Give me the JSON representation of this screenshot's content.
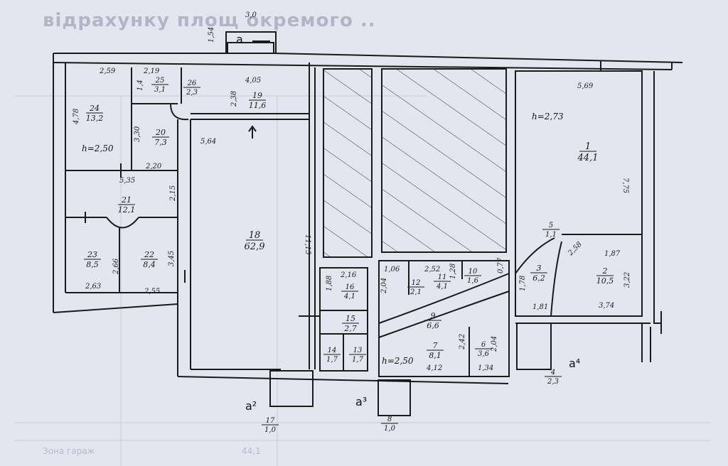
{
  "header_text": "відрахунку площ окремого ..",
  "bottom_row_text": "Зона гараж",
  "bottom_row_value": "44,1",
  "heights": [
    {
      "id": "h-left",
      "text": "h=2,50"
    },
    {
      "id": "h-right",
      "text": "h=2,73"
    },
    {
      "id": "h-mid",
      "text": "h=2,50"
    }
  ],
  "entrances": [
    {
      "id": "a-top",
      "text": "a"
    },
    {
      "id": "a2",
      "text": "a²"
    },
    {
      "id": "a3",
      "text": "a³"
    },
    {
      "id": "a4",
      "text": "a⁴"
    }
  ],
  "rooms": [
    {
      "num": "1",
      "area": "44,1"
    },
    {
      "num": "2",
      "area": "10,5"
    },
    {
      "num": "3",
      "area": "6,2"
    },
    {
      "num": "4",
      "area": "2,3"
    },
    {
      "num": "5",
      "area": "1,1"
    },
    {
      "num": "6",
      "area": "3,6"
    },
    {
      "num": "7",
      "area": "8,1"
    },
    {
      "num": "8",
      "area": "1,0"
    },
    {
      "num": "9",
      "area": "6,6"
    },
    {
      "num": "10",
      "area": "1,6"
    },
    {
      "num": "11",
      "area": "4,1"
    },
    {
      "num": "12",
      "area": "2,1"
    },
    {
      "num": "13",
      "area": "1,7"
    },
    {
      "num": "14",
      "area": "1,7"
    },
    {
      "num": "15",
      "area": "2,7"
    },
    {
      "num": "16",
      "area": "4,1"
    },
    {
      "num": "17",
      "area": "1,0"
    },
    {
      "num": "18",
      "area": "62,9"
    },
    {
      "num": "19",
      "area": "11,6"
    },
    {
      "num": "20",
      "area": "7,3"
    },
    {
      "num": "21",
      "area": "12,1"
    },
    {
      "num": "22",
      "area": "8,4"
    },
    {
      "num": "23",
      "area": "8,5"
    },
    {
      "num": "24",
      "area": "13,2"
    },
    {
      "num": "25",
      "area": "3,1"
    },
    {
      "num": "26",
      "area": "2,3"
    }
  ],
  "dimensions": [
    {
      "id": "d-3-0",
      "text": "3,0"
    },
    {
      "id": "d-1-54",
      "text": "1,54"
    },
    {
      "id": "d-2-59",
      "text": "2,59"
    },
    {
      "id": "d-2-19",
      "text": "2,19"
    },
    {
      "id": "d-4-05",
      "text": "4,05"
    },
    {
      "id": "d-1-4",
      "text": "1,4"
    },
    {
      "id": "d-2-38",
      "text": "2,38"
    },
    {
      "id": "d-4-78",
      "text": "4,78"
    },
    {
      "id": "d-3-30",
      "text": "3,30"
    },
    {
      "id": "d-5-64",
      "text": "5,64"
    },
    {
      "id": "d-5-35",
      "text": "5,35"
    },
    {
      "id": "d-2-20",
      "text": "2,20"
    },
    {
      "id": "d-2-15",
      "text": "2,15"
    },
    {
      "id": "d-11-15",
      "text": "11,15"
    },
    {
      "id": "d-3-45",
      "text": "3,45"
    },
    {
      "id": "d-2-66",
      "text": "2,66"
    },
    {
      "id": "d-2-63",
      "text": "2,63"
    },
    {
      "id": "d-2-55",
      "text": "2,55"
    },
    {
      "id": "d-5-69",
      "text": "5,69"
    },
    {
      "id": "d-7-75",
      "text": "7,75"
    },
    {
      "id": "d-2-58",
      "text": "2,58"
    },
    {
      "id": "d-1-87",
      "text": "1,87"
    },
    {
      "id": "d-3-22",
      "text": "3,22"
    },
    {
      "id": "d-1-78",
      "text": "1,78"
    },
    {
      "id": "d-1-81",
      "text": "1,81"
    },
    {
      "id": "d-3-74",
      "text": "3,74"
    },
    {
      "id": "d-2-16",
      "text": "2,16"
    },
    {
      "id": "d-1-88",
      "text": "1,88"
    },
    {
      "id": "d-1-06",
      "text": "1,06"
    },
    {
      "id": "d-2-52",
      "text": "2,52"
    },
    {
      "id": "d-1-28",
      "text": "1,28"
    },
    {
      "id": "d-0-77",
      "text": "0,77"
    },
    {
      "id": "d-2-04a",
      "text": "2,04"
    },
    {
      "id": "d-2-42",
      "text": "2,42"
    },
    {
      "id": "d-2-04b",
      "text": "2,04"
    },
    {
      "id": "d-4-12",
      "text": "4,12"
    },
    {
      "id": "d-1-34",
      "text": "1,34"
    }
  ]
}
